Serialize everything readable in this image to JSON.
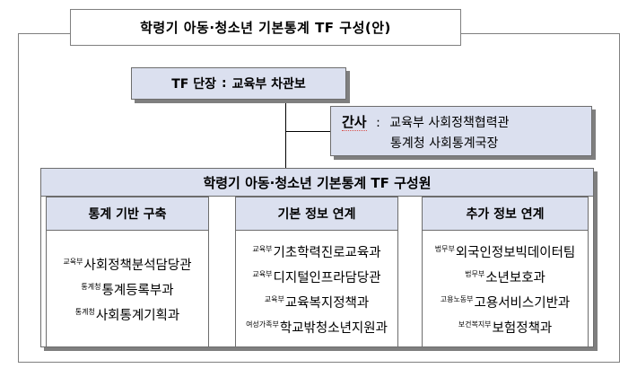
{
  "title": "학령기 아동·청소년 기본통계 TF 구성(안)",
  "leader": {
    "label": "TF 단장",
    "separator": ":",
    "value": "교육부 차관보"
  },
  "secretary": {
    "label": "간사",
    "separator": ":",
    "lines": [
      "교육부 사회정책협력관",
      "통계청 사회통계국장"
    ]
  },
  "members": {
    "title": "학령기 아동·청소년 기본통계 TF 구성원",
    "columns": [
      {
        "header": "통계 기반 구축",
        "units": [
          {
            "ministry": "교육부",
            "dept": "사회정책분석담당관"
          },
          {
            "ministry": "통계청",
            "dept": "통계등록부과"
          },
          {
            "ministry": "통계청",
            "dept": "사회통계기획과"
          }
        ]
      },
      {
        "header": "기본 정보 연계",
        "units": [
          {
            "ministry": "교육부",
            "dept": "기초학력진로교육과"
          },
          {
            "ministry": "교육부",
            "dept": "디지털인프라담당관"
          },
          {
            "ministry": "교육부",
            "dept": "교육복지정책과"
          },
          {
            "ministry": "여성가족부",
            "dept": "학교밖청소년지원과"
          }
        ]
      },
      {
        "header": "추가 정보 연계",
        "units": [
          {
            "ministry": "법무부",
            "dept": "외국인정보빅데이터팀"
          },
          {
            "ministry": "법무부",
            "dept": "소년보호과"
          },
          {
            "ministry": "고용노동부",
            "dept": "고용서비스기반과"
          },
          {
            "ministry": "보건복지부",
            "dept": "보험정책과"
          }
        ]
      }
    ]
  }
}
